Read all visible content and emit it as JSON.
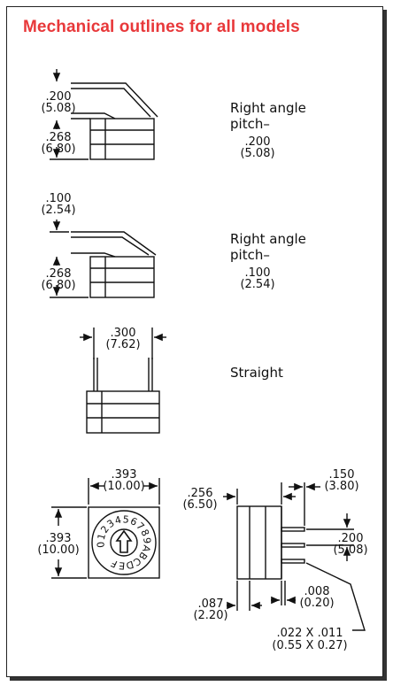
{
  "title": "Mechanical outlines for all models",
  "sections": [
    {
      "label_lines": [
        "Right angle",
        "pitch–",
        ".200",
        "(5.08)"
      ],
      "dims": {
        "a_in": ".200",
        "a_mm": "(5.08)",
        "b_in": ".268",
        "b_mm": "(6.80)"
      }
    },
    {
      "label_lines": [
        "Right angle",
        "pitch–",
        ".100",
        "(2.54)"
      ],
      "dims": {
        "a_in": ".100",
        "a_mm": "(2.54)",
        "b_in": ".268",
        "b_mm": "(6.80)"
      }
    },
    {
      "label_lines": [
        "Straight"
      ],
      "dims": {
        "w_in": ".300",
        "w_mm": "(7.62)"
      }
    }
  ],
  "front_view": {
    "w_in": ".393",
    "w_mm": "(10.00)",
    "h_in": ".393",
    "h_mm": "(10.00)",
    "dial": "0123456789ABCDEF"
  },
  "side_view": {
    "d1_in": ".256",
    "d1_mm": "(6.50)",
    "d2_in": ".150",
    "d2_mm": "(3.80)",
    "d3_in": ".200",
    "d3_mm": "(5.08)",
    "d4_in": ".087",
    "d4_mm": "(2.20)",
    "d5_in": ".008",
    "d5_mm": "(0.20)",
    "d6_in": ".022 X .011",
    "d6_mm": "(0.55 X 0.27)"
  }
}
